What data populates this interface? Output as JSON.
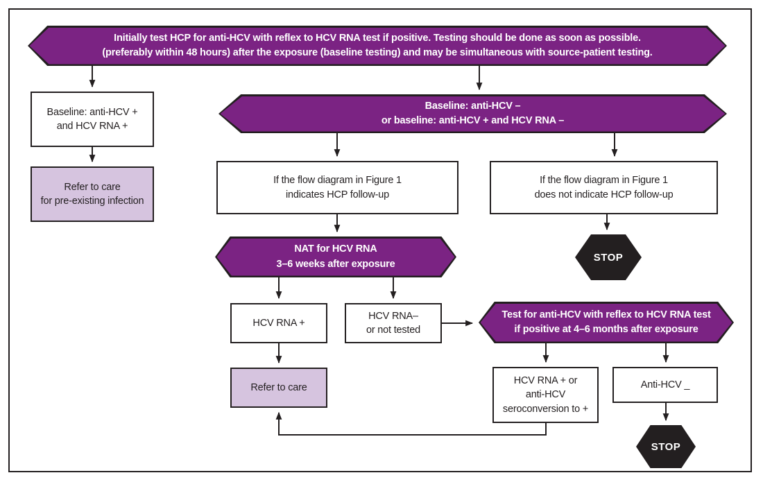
{
  "colors": {
    "purple": "#7B2383",
    "light_purple": "#D6C4DF",
    "ink": "#231F20",
    "text_on_purple": "#FFFFFF"
  },
  "nodes": {
    "banner": "Initially test HCP for anti-HCV with reflex to HCV RNA test if positive. Testing should be done as soon as possible.\n(preferably within 48 hours) after the exposure (baseline testing) and may be simultaneous with source-patient testing.",
    "baseline_positive": "Baseline: anti-HCV +\nand HCV RNA +",
    "refer_preexisting": "Refer to care\nfor pre-existing infection",
    "baseline_negative": "Baseline: anti-HCV –\nor baseline: anti-HCV + and HCV RNA –",
    "figure1_indicates": "If the flow diagram in Figure 1\nindicates HCP follow-up",
    "figure1_not_indicate": "If the flow diagram in Figure 1\ndoes not indicate HCP follow-up",
    "stop_1": "STOP",
    "nat_test": "NAT for HCV RNA\n3–6 weeks after exposure",
    "rna_positive": "HCV RNA +",
    "rna_negative": "HCV RNA–\nor not tested",
    "test_4_6_months": "Test for anti-HCV with reflex to HCV RNA test\nif positive at 4–6 months after exposure",
    "refer_care": "Refer to care",
    "rna_pos_or_seroconversion": "HCV RNA + or\nanti-HCV\nseroconversion to +",
    "anti_hcv_negative": "Anti-HCV _",
    "stop_2": "STOP"
  }
}
